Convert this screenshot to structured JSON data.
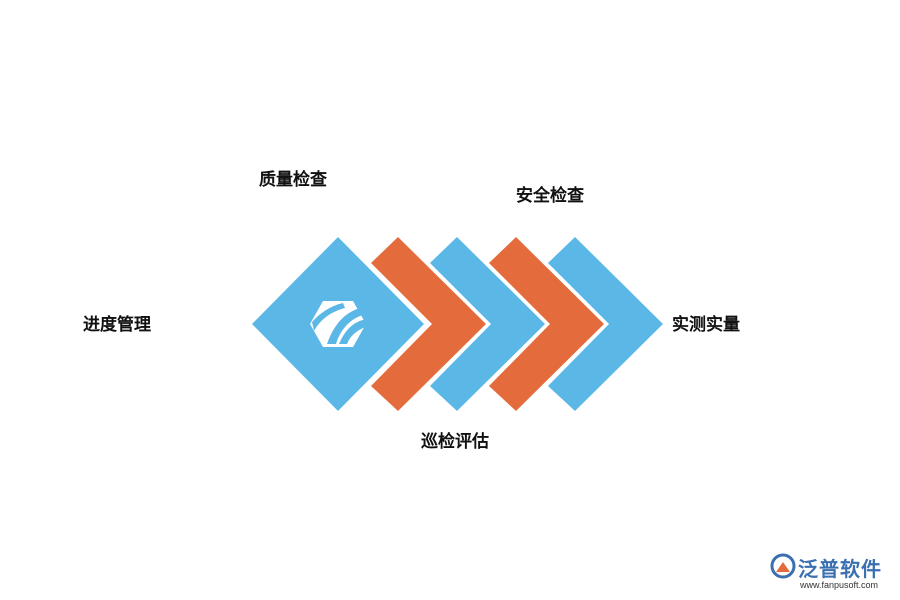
{
  "diagram": {
    "steps": [
      {
        "label": "进度管理"
      },
      {
        "label": "质量检查"
      },
      {
        "label": "安全检查"
      },
      {
        "label": "巡检评估"
      },
      {
        "label": "实测实量"
      }
    ]
  },
  "colors": {
    "blue": "#5bb8e6",
    "orange": "#e46c3c",
    "icon": "#ffffff"
  },
  "watermark": {
    "name": "泛普软件",
    "url": "www.fanpusoft.com",
    "logo_icon": "fanpu-logo-icon"
  }
}
